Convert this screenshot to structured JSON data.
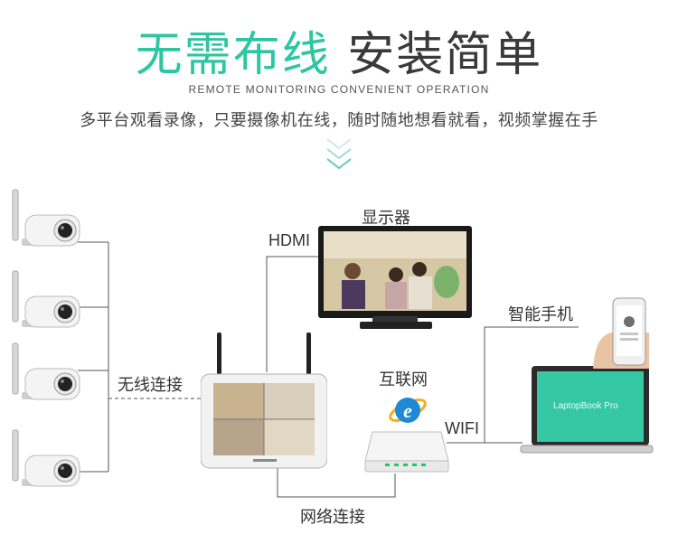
{
  "headline": {
    "part1": "无需布线",
    "part2": "安装简单"
  },
  "subtitle_en": "REMOTE MONITORING  CONVENIENT OPERATION",
  "tagline": "多平台观看录像，只要摄像机在线，随时随地想看就看，视频掌握在手",
  "labels": {
    "wireless": "无线连接",
    "monitor": "显示器",
    "hdmi": "HDMI",
    "internet": "互联网",
    "wifi": "WIFI",
    "network": "网络连接",
    "smartphone": "智能手机"
  },
  "laptop_screen_text": "LaptopBook Pro",
  "colors": {
    "accent": "#2cc6a2",
    "text": "#333333",
    "line": "#555555"
  },
  "icons": [
    "chevron-down-icon",
    "camera",
    "monitor",
    "nvr",
    "router",
    "ie-logo",
    "smartphone",
    "laptop"
  ]
}
